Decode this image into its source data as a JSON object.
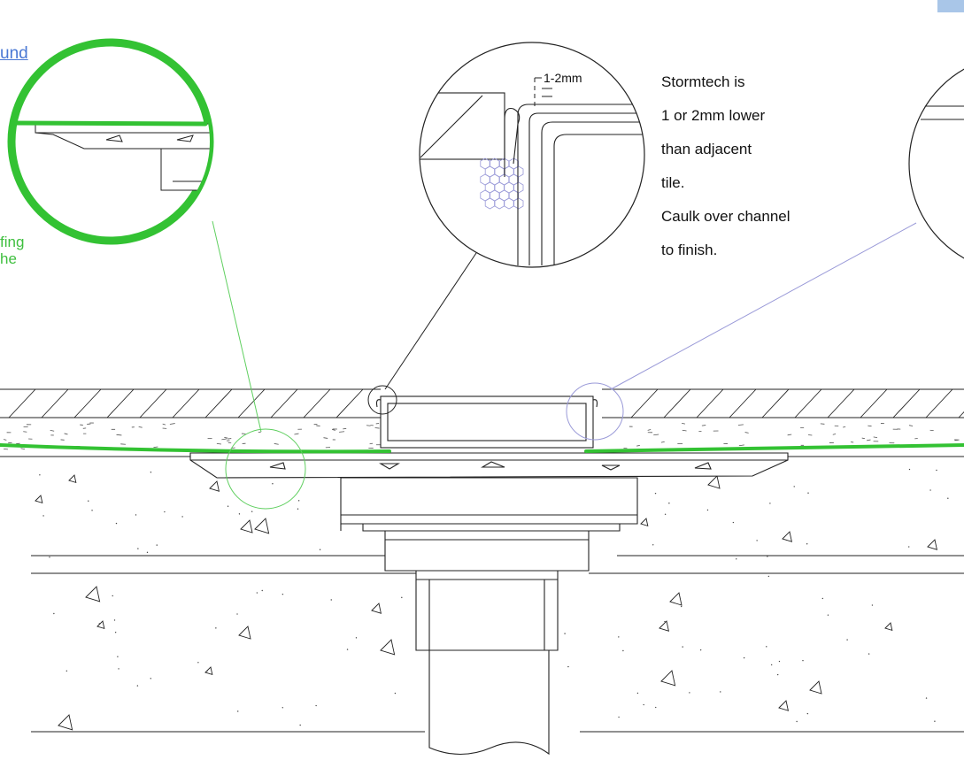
{
  "link_fragment": "und",
  "green_note_fragment": "fing\nhe",
  "dimension_label": "1-2mm",
  "annotation": {
    "lines": [
      "Stormtech is",
      "1 or 2mm lower",
      "than adjacent",
      "tile.",
      "Caulk over channel",
      "to finish."
    ]
  },
  "colors": {
    "membrane_green": "#33c233",
    "leader_green": "#5fcf5f",
    "leader_blue": "#9a9ad8",
    "link_blue": "#4a78d4",
    "line_dark": "#222222",
    "concrete_marks": "#555555"
  }
}
